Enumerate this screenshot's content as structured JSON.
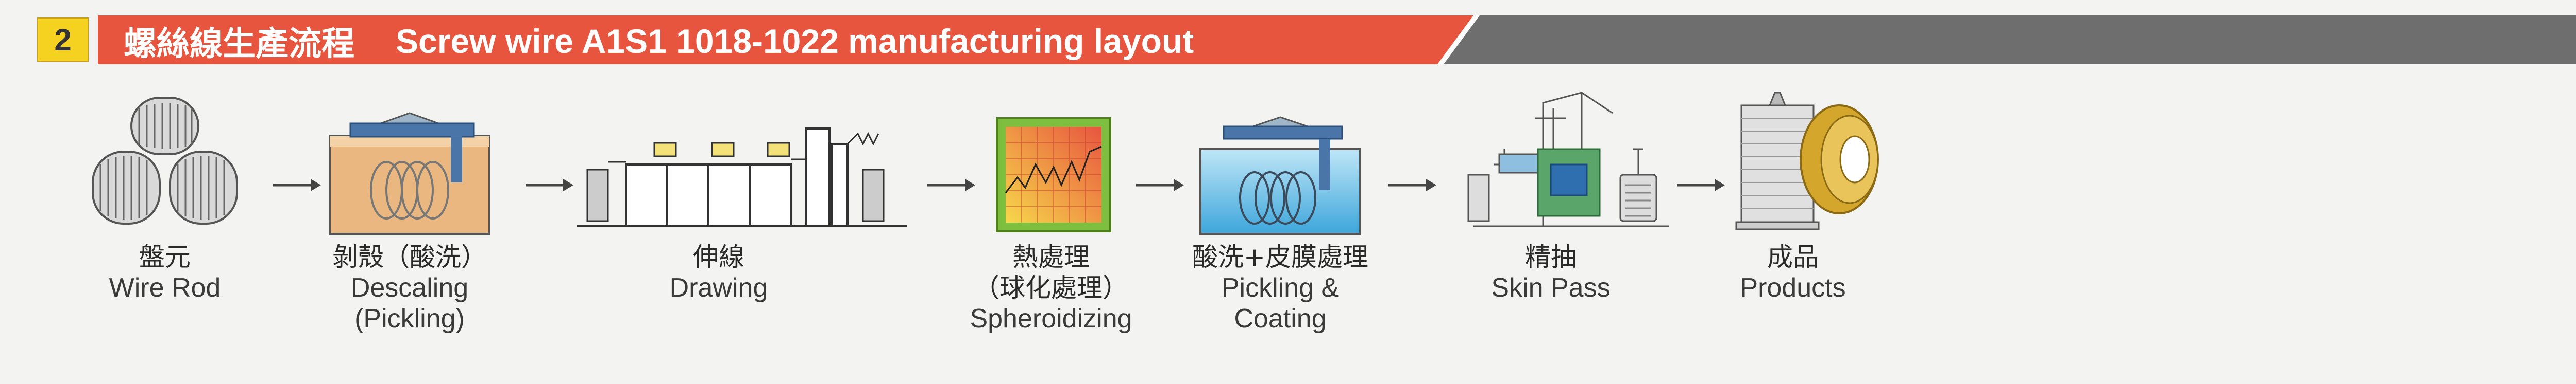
{
  "header": {
    "step_number": "2",
    "title_zh": "螺絲線生產流程",
    "title_en": "Screw wire A1S1 1018-1022 manufacturing layout",
    "colors": {
      "badge": "#f5d21f",
      "banner_red": "#e8553f",
      "banner_gray": "#6e6e6e"
    }
  },
  "steps": [
    {
      "icon": "wire-rod-coils-icon",
      "zh": "盤元",
      "en": [
        "Wire Rod"
      ]
    },
    {
      "icon": "descaling-tank-icon",
      "zh": "剝殼（酸洗）",
      "en": [
        "Descaling",
        "(Pickling)"
      ]
    },
    {
      "icon": "drawing-machine-icon",
      "zh": "伸線",
      "en": [
        "Drawing"
      ]
    },
    {
      "icon": "heat-treatment-chart-icon",
      "zh": "熱處理",
      "zh2": "（球化處理）",
      "en": [
        "Spheroidizing"
      ]
    },
    {
      "icon": "pickling-coating-tank-icon",
      "zh": "酸洗+皮膜處理",
      "en": [
        "Pickling &",
        "Coating"
      ]
    },
    {
      "icon": "skin-pass-machine-icon",
      "zh": "精抽",
      "en": [
        "Skin Pass"
      ]
    },
    {
      "icon": "finished-coil-icon",
      "zh": "成品",
      "en": [
        "Products"
      ]
    }
  ],
  "arrow_icon": "right-arrow-icon"
}
